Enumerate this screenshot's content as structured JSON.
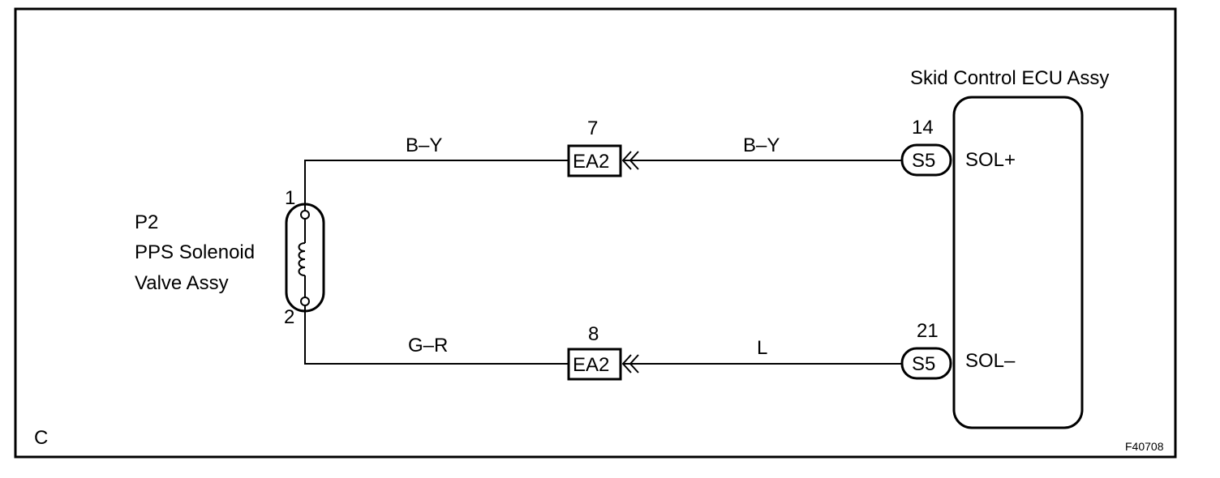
{
  "diagram": {
    "section_letter": "C",
    "figure_code": "F40708",
    "solenoid": {
      "code": "P2",
      "name_line1": "PPS Solenoid",
      "name_line2": "Valve Assy",
      "pin_top": "1",
      "pin_bottom": "2"
    },
    "ecu": {
      "title": "Skid Control ECU Assy",
      "terminal_top": "SOL+",
      "terminal_bottom": "SOL–"
    },
    "top_circuit": {
      "wire_left": "B–Y",
      "wire_right": "B–Y",
      "junction_label": "EA2",
      "junction_pin": "7",
      "ecu_connector": "S5",
      "ecu_pin": "14"
    },
    "bottom_circuit": {
      "wire_left": "G–R",
      "wire_right": "L",
      "junction_label": "EA2",
      "junction_pin": "8",
      "ecu_connector": "S5",
      "ecu_pin": "21"
    }
  }
}
